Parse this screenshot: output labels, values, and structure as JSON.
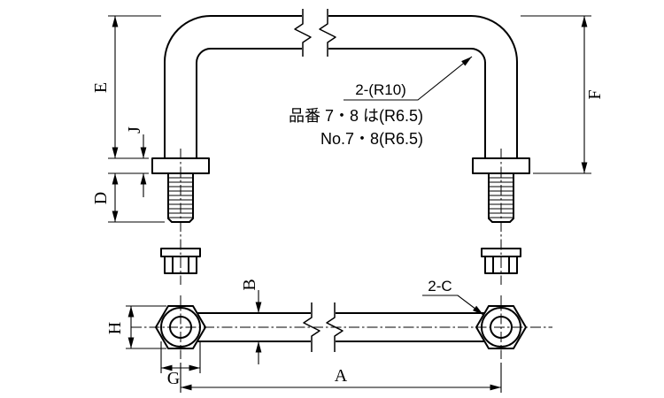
{
  "drawing": {
    "background": "#ffffff",
    "line_color": "#000000",
    "dimensions": {
      "E": "E",
      "J": "J",
      "D": "D",
      "F": "F",
      "H": "H",
      "B": "B",
      "G": "G",
      "A": "A"
    },
    "notes": {
      "corner_radius": "2-(R10)",
      "corner_radius_jp": "品番 7・8 は(R6.5)",
      "corner_radius_en": "No.7・8(R6.5)",
      "hole_note": "2-C"
    }
  }
}
